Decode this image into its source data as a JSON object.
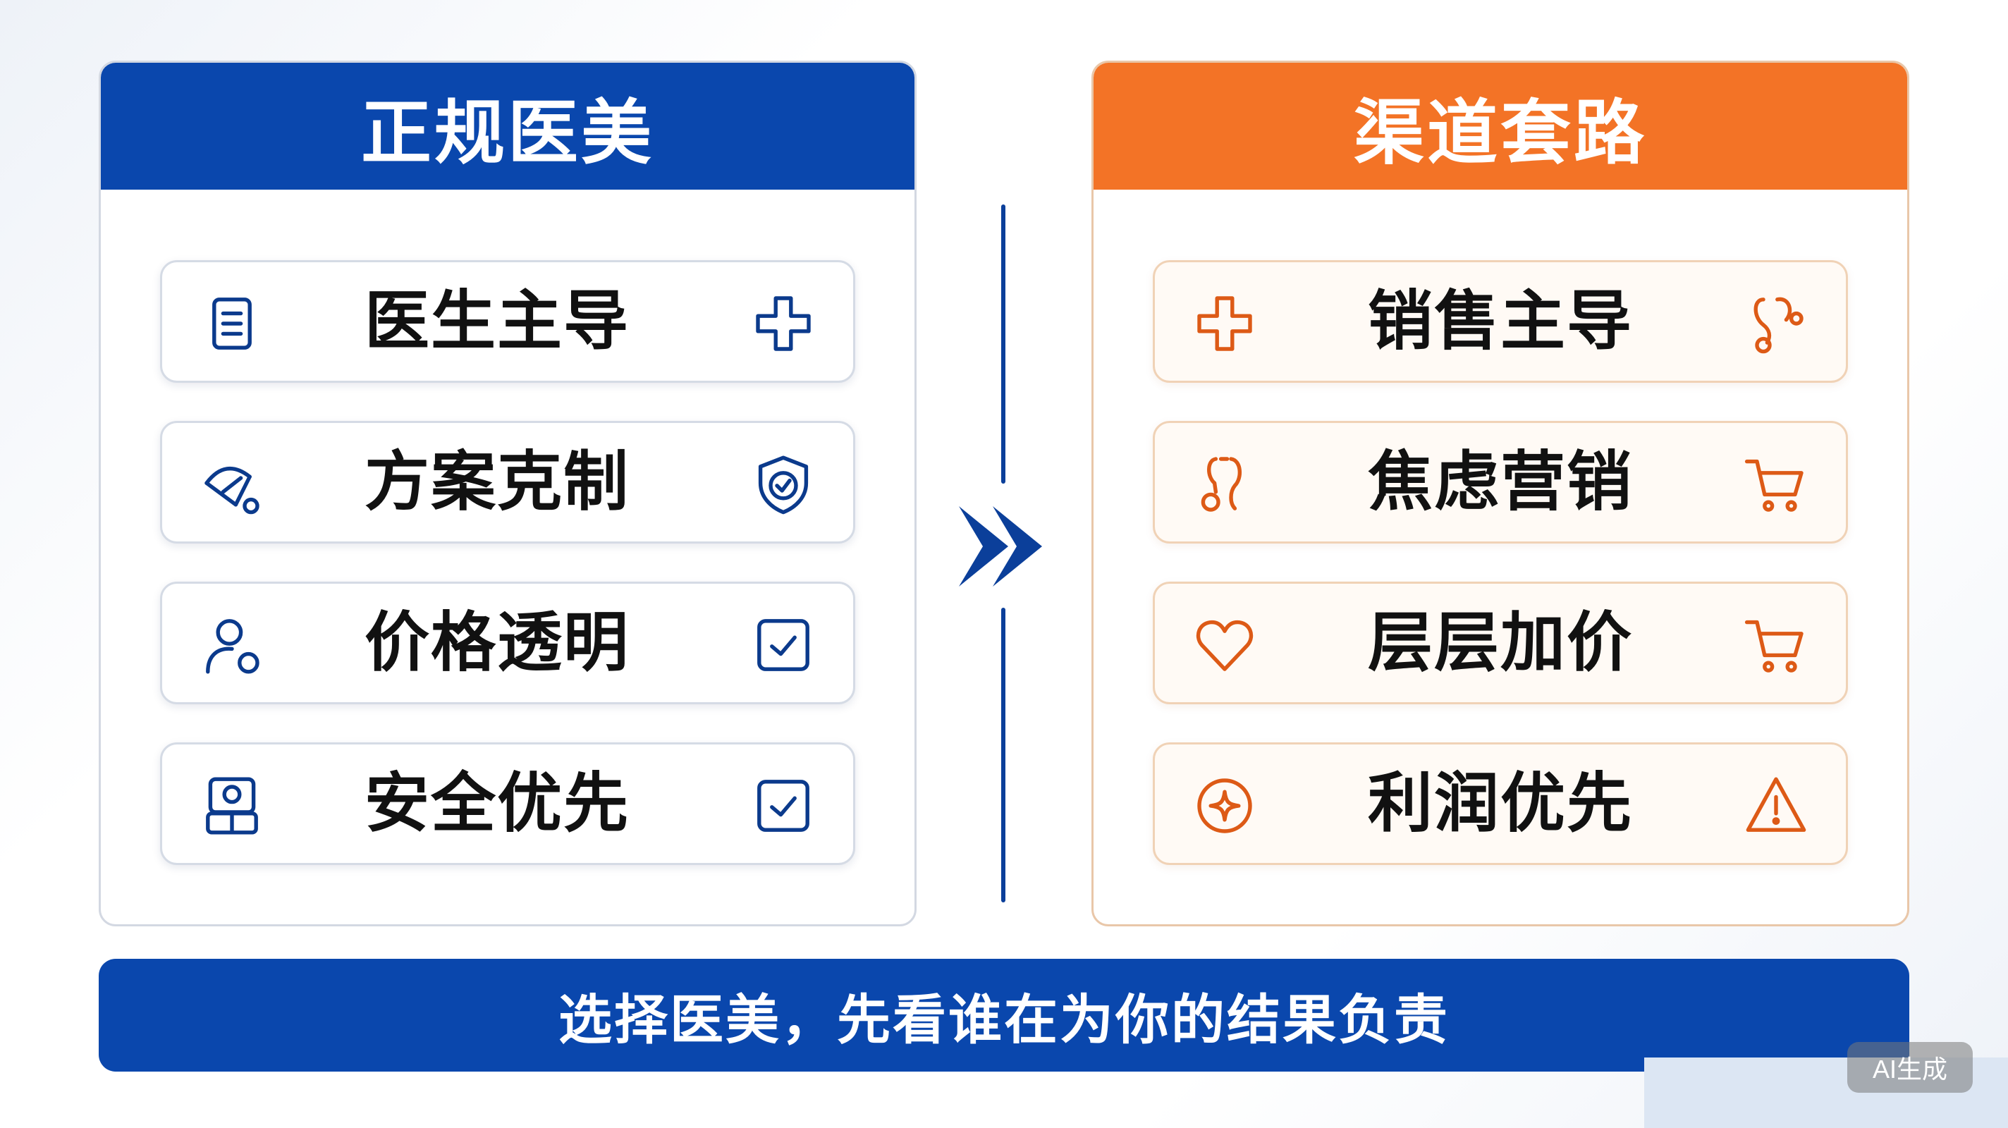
{
  "colors": {
    "blue": "#0a47ad",
    "orange": "#f37326",
    "icon_blue": "#0b3a8c",
    "icon_orange": "#dd5a16"
  },
  "left_panel": {
    "title": "正规医美",
    "items": [
      {
        "label": "医生主导",
        "left_icon": "document-icon",
        "right_icon": "medical-cross-icon"
      },
      {
        "label": "方案克制",
        "left_icon": "fan-icon",
        "right_icon": "shield-check-icon"
      },
      {
        "label": "价格透明",
        "left_icon": "user-icon",
        "right_icon": "checkbox-icon"
      },
      {
        "label": "安全优先",
        "left_icon": "medical-id-icon",
        "right_icon": "checkbox-icon"
      }
    ]
  },
  "right_panel": {
    "title": "渠道套路",
    "items": [
      {
        "label": "销售主导",
        "left_icon": "medical-cross-icon",
        "right_icon": "stethoscope-icon"
      },
      {
        "label": "焦虑营销",
        "left_icon": "stethoscope-icon",
        "right_icon": "shopping-cart-icon"
      },
      {
        "label": "层层加价",
        "left_icon": "heart-icon",
        "right_icon": "shopping-cart-icon"
      },
      {
        "label": "利润优先",
        "left_icon": "sparkle-circle-icon",
        "right_icon": "warning-icon"
      }
    ]
  },
  "center": {
    "arrow_icon": "double-chevron-right-icon"
  },
  "banner": {
    "text": "选择医美，先看谁在为你的结果负责"
  },
  "watermark": {
    "text": "AI生成"
  }
}
